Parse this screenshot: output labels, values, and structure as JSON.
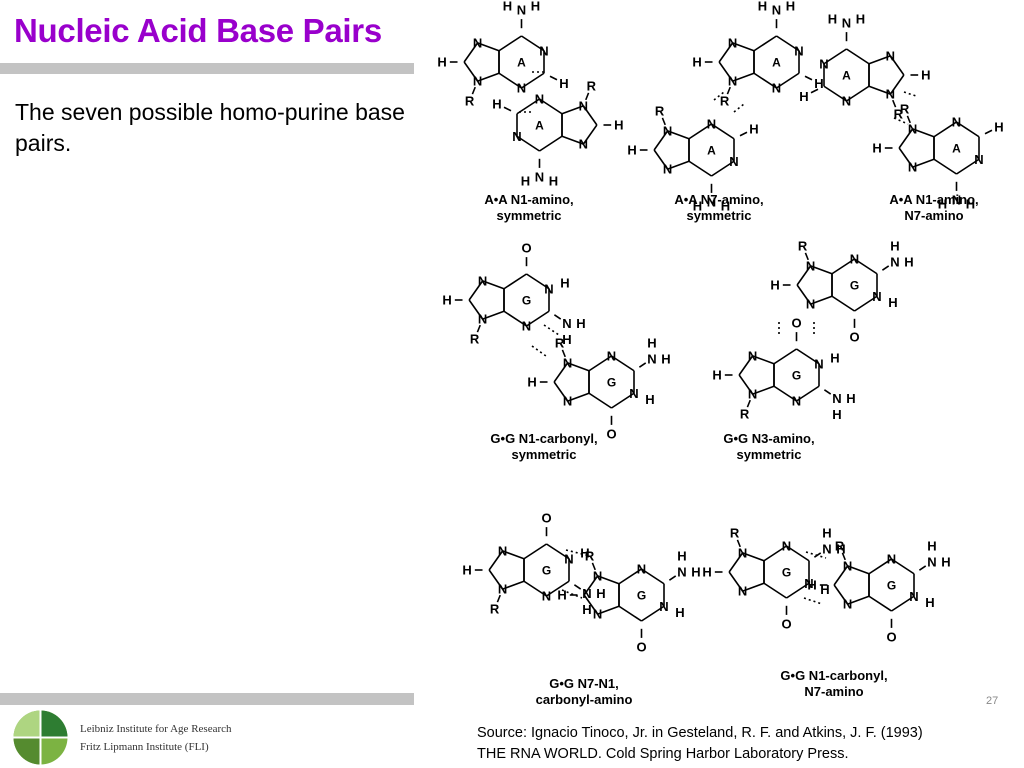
{
  "slide": {
    "title": "Nucleic Acid Base Pairs",
    "bullet": "The seven possible homo-purine base pairs.",
    "page_number": "27",
    "source_line1": "Source: Ignacio Tinoco, Jr. in Gesteland, R. F. and Atkins, J. F. (1993)",
    "source_line2": "THE RNA WORLD. Cold Spring Harbor Laboratory Press."
  },
  "logo": {
    "line1": "Leibniz Institute for Age Research",
    "line2": "Fritz Lipmann Institute (FLI)"
  },
  "figure": {
    "atoms": {
      "N": "N",
      "H": "H",
      "R": "R",
      "O": "O",
      "A": "A",
      "G": "G"
    },
    "captions": [
      {
        "line1": "A•A N1-amino,",
        "line2": "symmetric"
      },
      {
        "line1": "A•A N7-amino,",
        "line2": "symmetric"
      },
      {
        "line1": "A•A N1-amino,",
        "line2": "N7-amino"
      },
      {
        "line1": "G•G N1-carbonyl,",
        "line2": "symmetric"
      },
      {
        "line1": "G•G N3-amino,",
        "line2": "symmetric"
      },
      {
        "line1": "G•G N7-N1,",
        "line2": "carbonyl-amino"
      },
      {
        "line1": "G•G N1-carbonyl,",
        "line2": "N7-amino"
      }
    ]
  }
}
